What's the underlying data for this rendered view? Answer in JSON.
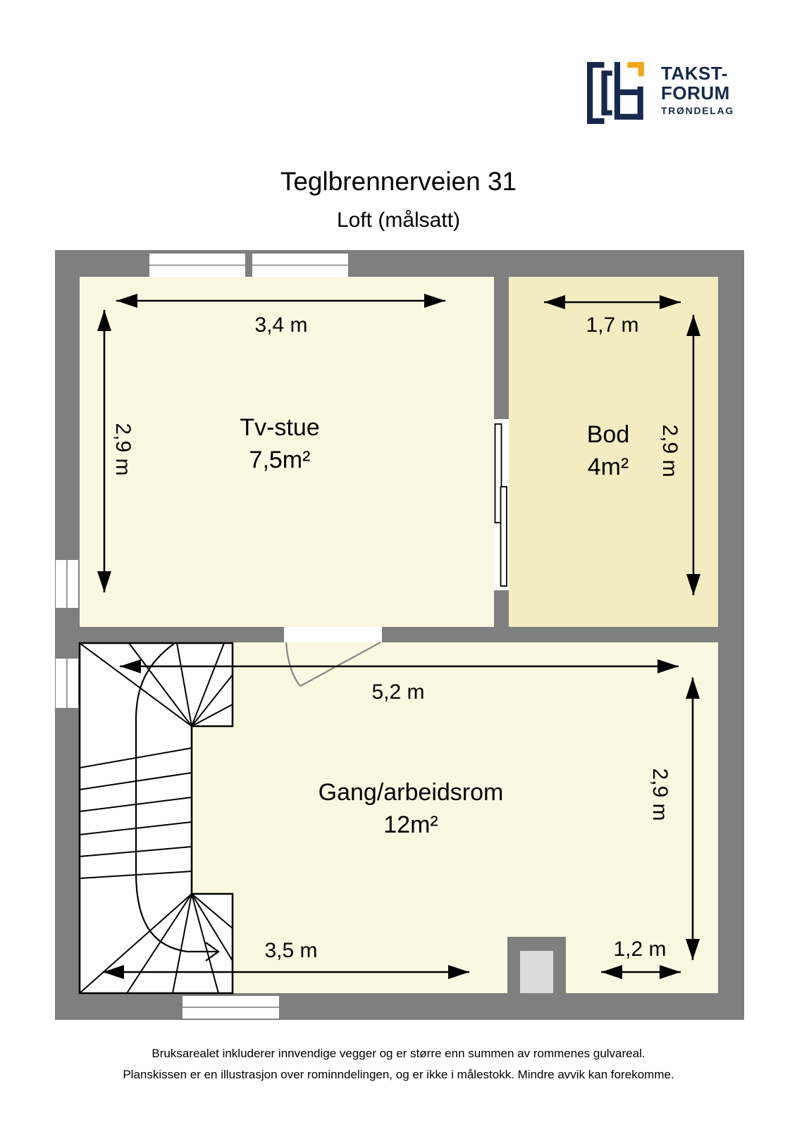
{
  "logo": {
    "brand_line1": "TAKST-",
    "brand_line2": "FORUM",
    "brand_line3": "TRØNDELAG"
  },
  "header": {
    "title": "Teglbrennerveien 31",
    "subtitle": "Loft (målsatt)"
  },
  "rooms": [
    {
      "name": "Tv-stue",
      "area": "7,5m²"
    },
    {
      "name": "Bod",
      "area": "4m²"
    },
    {
      "name": "Gang/arbeidsrom",
      "area": "12m²"
    }
  ],
  "dimensions": {
    "tvstue_width": "3,4 m",
    "tvstue_depth": "2,9 m",
    "bod_width": "1,7 m",
    "bod_depth": "2,9 m",
    "gang_width": "5,2 m",
    "gang_depth": "2,9 m",
    "stair_width": "3,5 m",
    "right_width": "1,2 m"
  },
  "footer": {
    "line1": "Bruksarealet inkluderer innvendige vegger og er større enn summen av rommenes gulvareal.",
    "line2": "Planskissen er en illustrasjon over rominndelingen, og er ikke i målestokk. Mindre avvik kan forekomme."
  },
  "colors": {
    "wall": "#7f7f7f",
    "floor": "#fbf8e2",
    "bod-floor": "#f3ecc1",
    "chimney": "#dcdcdc",
    "logo-navy": "#16294c",
    "logo-orange": "#f2a71b"
  }
}
